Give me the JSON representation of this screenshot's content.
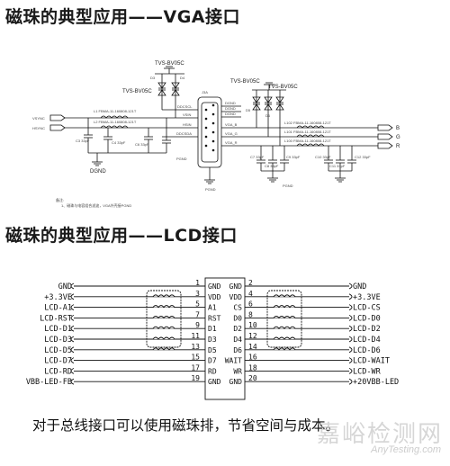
{
  "vga": {
    "title": "磁珠的典型应用——VGA接口",
    "tvs_labels": [
      "TVS-BV05C",
      "TVS-BV05C",
      "TVS-BV05C",
      "TVS-BV05C"
    ],
    "diode_refs": [
      "D3",
      "D4",
      "D5",
      "D6"
    ],
    "beads_left": [
      "L1  FBMA-11-160808-121T",
      "L2  FBMA-11-160808-121T"
    ],
    "beads_right": [
      "L102  FBMA-11-160808-121T",
      "L101  FBMA-11-160808-121T",
      "L100  FBMA-11-160808-121T"
    ],
    "inputs": [
      "VSYNC",
      "HSYNC"
    ],
    "outputs": [
      "B",
      "G",
      "R"
    ],
    "connector": "J3A",
    "pins_left": [
      "DDCSCL",
      "VSIN",
      "HSIN",
      "DDCSDA"
    ],
    "pins_right": [
      "DGND",
      "DGND",
      "DGND",
      "VGA_B",
      "VGA_G",
      "VGA_R"
    ],
    "caps": [
      "C3 33pF",
      "C4 33pF",
      "C6 33pF",
      "C7 33pF",
      "C8 33pF",
      "C9 33pF",
      "C10 33pF",
      "C11 33pF",
      "C12 33pF"
    ],
    "ground_labels": [
      "DGND",
      "PGND",
      "PGND",
      "PGND"
    ],
    "note_title": "备注:",
    "note_text": "1、磁珠与电容组合滤波，VGA外壳接PGND"
  },
  "lcd": {
    "title": "磁珠的典型应用——LCD接口",
    "left_signals": [
      "GND",
      "+3.3VE",
      "LCD-A1",
      "LCD-RST",
      "LCD-D1",
      "LCD-D3",
      "LCD-D5",
      "LCD-D7",
      "LCD-RD",
      "VBB-LED-FB"
    ],
    "right_signals": [
      "GND",
      "+3.3VE",
      "LCD-CS",
      "LCD-D0",
      "LCD-D2",
      "LCD-D4",
      "LCD-D6",
      "LCD-WAIT",
      "LCD-WR",
      "+20VBB-LED"
    ],
    "pin_numbers_left": [
      "1",
      "3",
      "5",
      "7",
      "9",
      "11",
      "13",
      "15",
      "17",
      "19"
    ],
    "pin_numbers_right": [
      "2",
      "4",
      "6",
      "8",
      "10",
      "12",
      "14",
      "16",
      "18",
      "20"
    ],
    "pin_names_left": [
      "GND",
      "VDD",
      "A1",
      "RST",
      "D1",
      "D3",
      "D5",
      "D7",
      "RD",
      "GND"
    ],
    "pin_names_right": [
      "GND",
      "VDD",
      "CS",
      "D0",
      "D2",
      "D4",
      "D6",
      "WAIT",
      "WR",
      "GND"
    ]
  },
  "footer": {
    "text": "对于总线接口可以使用磁珠排，节省空间与成本。"
  },
  "watermark": {
    "text": "嘉峪检测网",
    "url": "AnyTesting.com"
  },
  "colors": {
    "line": "#111111",
    "bead_line": "#333333"
  }
}
